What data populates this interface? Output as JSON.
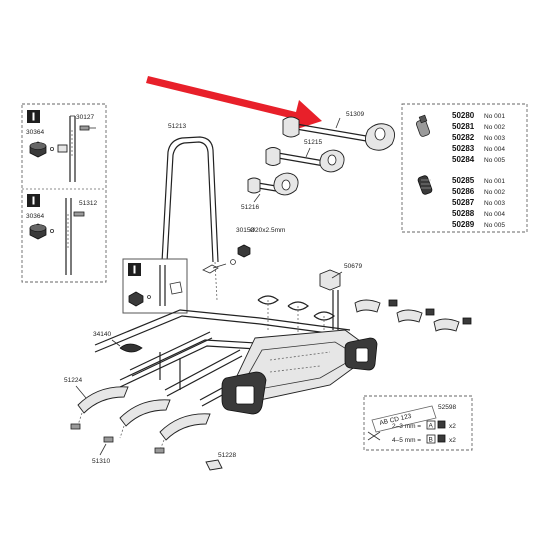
{
  "colors": {
    "arrow": "#e8202a",
    "ink": "#222222",
    "background": "#ffffff"
  },
  "labels": {
    "p51309": "51309",
    "p51215": "51215",
    "p51216": "51216",
    "p51213": "51213",
    "p30150": "30150",
    "pipe_spec": "Ø20x2.5mm",
    "p50679": "50679",
    "p34140": "34140",
    "p51224": "51224",
    "p51310": "51310",
    "p51228": "51228",
    "p52598": "52598",
    "p30364a": "30364",
    "p30127": "30127",
    "p30364b": "30364",
    "p51312": "51312"
  },
  "step_markers": [
    "I",
    "I",
    "I"
  ],
  "keys_box": {
    "group_a": [
      {
        "part": "50280",
        "no": "No 001"
      },
      {
        "part": "50281",
        "no": "No 002"
      },
      {
        "part": "50282",
        "no": "No 003"
      },
      {
        "part": "50283",
        "no": "No 004"
      },
      {
        "part": "50284",
        "no": "No 005"
      }
    ],
    "group_b": [
      {
        "part": "50285",
        "no": "No 001"
      },
      {
        "part": "50286",
        "no": "No 002"
      },
      {
        "part": "50287",
        "no": "No 003"
      },
      {
        "part": "50288",
        "no": "No 004"
      },
      {
        "part": "50289",
        "no": "No 005"
      }
    ]
  },
  "plate": {
    "text": "AB CD 123",
    "rows": [
      {
        "range": "2–3 mm =",
        "key": "A",
        "qty": "x2"
      },
      {
        "range": "4–5 mm =",
        "key": "B",
        "qty": "x2"
      }
    ]
  }
}
